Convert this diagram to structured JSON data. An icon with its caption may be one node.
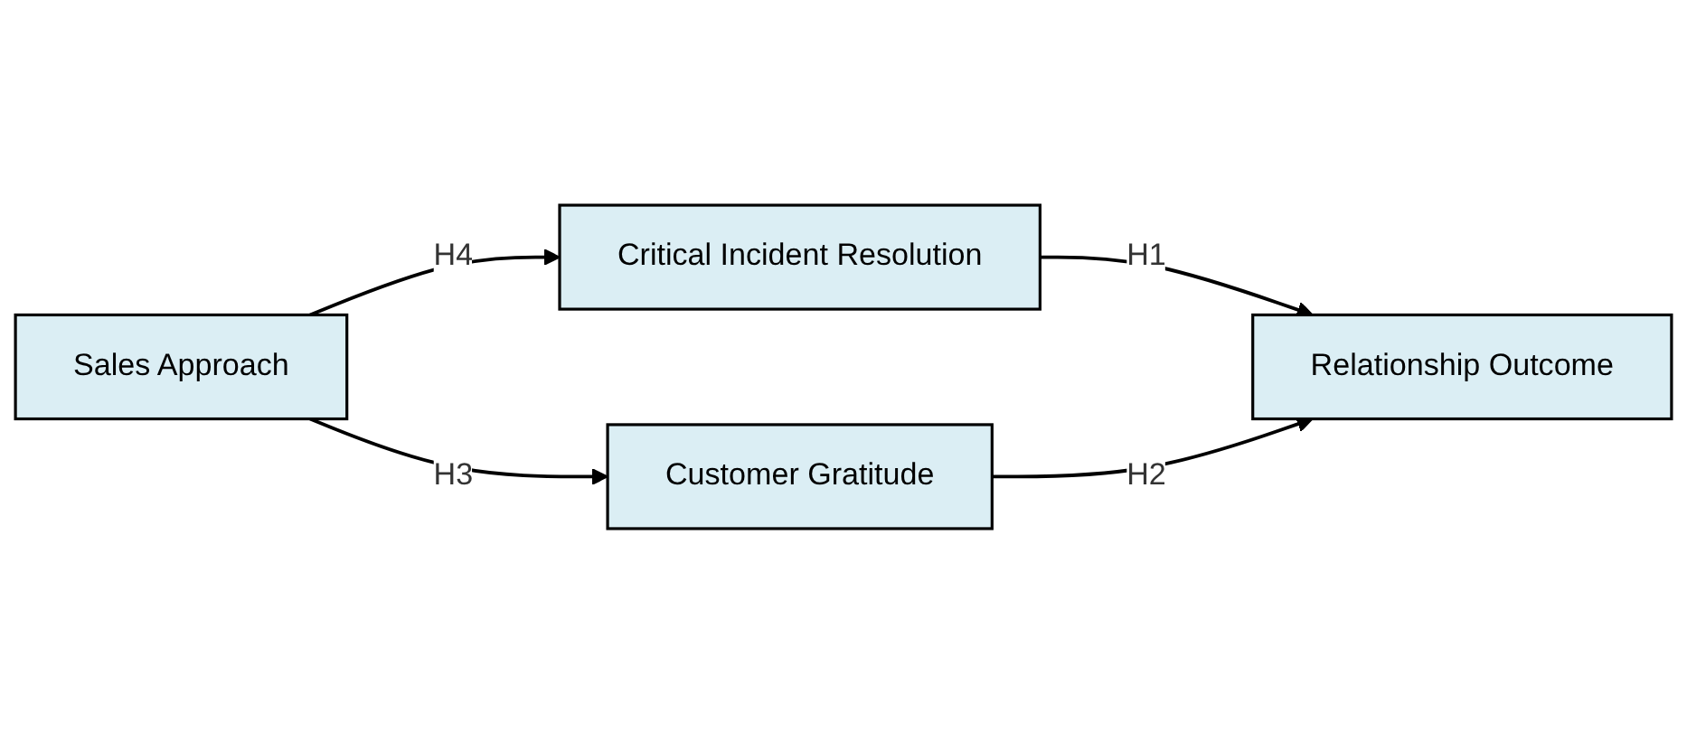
{
  "diagram": {
    "nodes": [
      {
        "text": [
          "Critical Incident Resolution"
        ]
      },
      {
        "text": [
          "Sales Approach"
        ]
      },
      {
        "text": [
          "Relationship Outcome"
        ]
      },
      {
        "text": [
          "Customer Gratitude"
        ]
      }
    ],
    "edges": [
      {
        "from": 1,
        "to": 0,
        "arrow": "to",
        "label": "H4"
      },
      {
        "from": 0,
        "to": 2,
        "arrow": "to",
        "label": "H1"
      },
      {
        "from": 1,
        "to": 3,
        "arrow": "to",
        "label": "H3"
      },
      {
        "from": 3,
        "to": 2,
        "arrow": "to",
        "label": "H2"
      }
    ]
  }
}
